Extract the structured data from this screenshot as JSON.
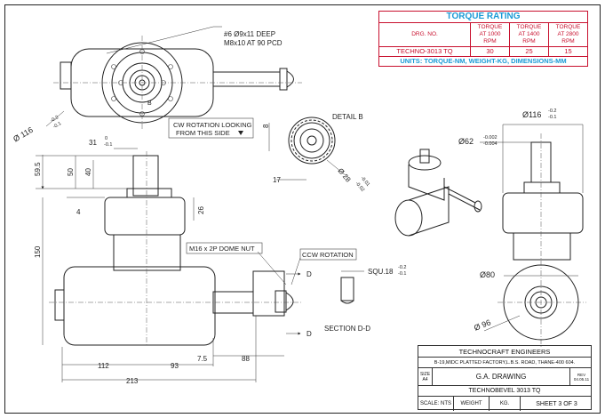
{
  "torque_table": {
    "title": "TORQUE RATING",
    "drg_no_label": "DRG. NO.",
    "columns": [
      {
        "line1": "TORQUE",
        "line2": "AT 1000",
        "line3": "RPM"
      },
      {
        "line1": "TORQUE",
        "line2": "AT 1400",
        "line3": "RPM"
      },
      {
        "line1": "TORQUE",
        "line2": "AT 2800",
        "line3": "RPM"
      }
    ],
    "row": {
      "drg_no": "TECHNO-3013 TQ",
      "v1": "30",
      "v2": "25",
      "v3": "15"
    },
    "units": "UNITS: TORQUE-NM, WEIGHT-KG, DIMENSIONS-MM"
  },
  "annotations": {
    "hole_note_1": "#6 Ø9x11 DEEP",
    "hole_note_2": "M8x10 AT 90 PCD",
    "dia_116_left": "Ø 116",
    "tol_116_upper": "-0.2",
    "tol_116_lower": "-0.1",
    "cw_rotation_1": "CW ROTATION LOOKING",
    "cw_rotation_2": "FROM THIS SIDE",
    "detail_b": "DETAIL B",
    "dim_8": "8",
    "dim_17": "17",
    "dia_28": "Ø 28",
    "tol_28_upper": "-0.01",
    "tol_28_lower": "-0.02",
    "dia_116_right": "Ø116",
    "dia_62": "Ø62",
    "tol_62_upper": "-0.002",
    "tol_62_lower": "-0.004",
    "dim_31": "31",
    "tol_31_upper": "0",
    "tol_31_lower": "-0.1",
    "dim_59_5": "59.5",
    "dim_50": "50",
    "dim_40": "40",
    "dim_4": "4",
    "dim_26": "26",
    "dim_150": "150",
    "dome_nut": "M16 x 2P DOME NUT",
    "ccw_rotation": "CCW ROTATION",
    "section_d_top": "D",
    "section_d_bottom": "D",
    "squ_18": "SQU.18",
    "tol_squ_upper": "-0.2",
    "tol_squ_lower": "-0.1",
    "section_dd": "SECTION D-D",
    "dia_80": "Ø80",
    "dia_96": "Ø 96",
    "dim_7_5": "7.5",
    "dim_88": "88",
    "dim_112": "112",
    "dim_93": "93",
    "dim_213": "213",
    "label_b": "B"
  },
  "title_block": {
    "company": "TECHNOCRAFT ENGINEERS",
    "address": "B-19,MIDC PLATTED FACTORY,L.B.S. ROAD, THANE-400 604.",
    "size_label": "SIZE",
    "size_value": "A4",
    "drawing_title": "G.A. DRAWING",
    "rev_label": "REV",
    "rev_value": "04.05.11",
    "part_name": "TECHNOBEVEL 3013 TQ",
    "scale": "SCALE: NTS",
    "weight": "WEIGHT",
    "kg": "KG.",
    "sheet": "SHEET 3 OF 3"
  }
}
